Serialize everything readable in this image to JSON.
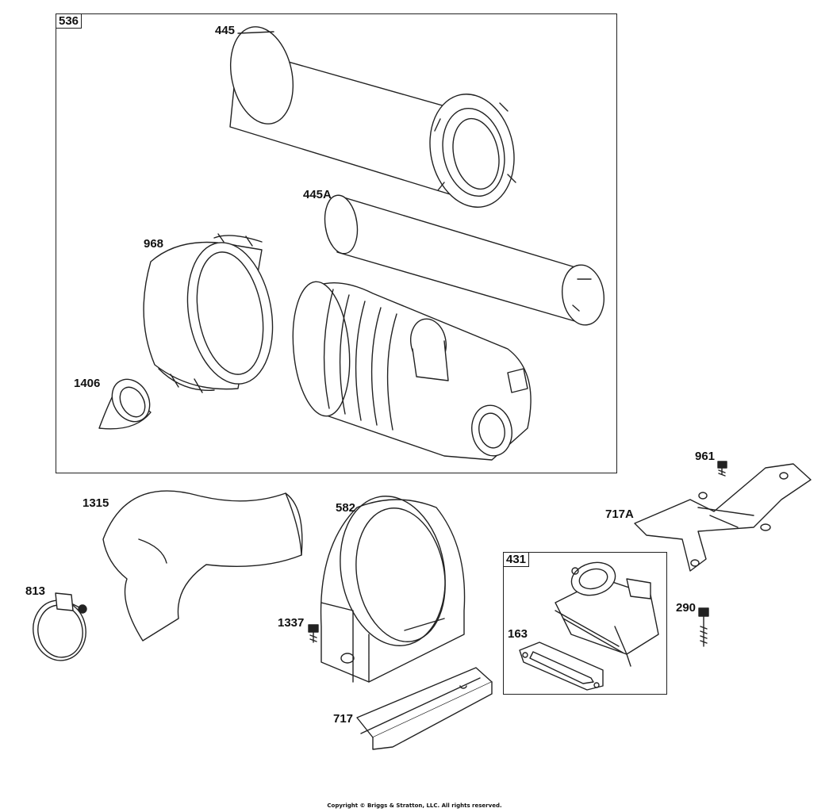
{
  "assemblies": {
    "air_cleaner": {
      "label": "536"
    },
    "throttle_body": {
      "label": "431"
    }
  },
  "callouts": {
    "p445": "445",
    "p445a": "445A",
    "p968": "968",
    "p1406": "1406",
    "p1315": "1315",
    "p582": "582",
    "p961": "961",
    "p717a": "717A",
    "p813": "813",
    "p1337": "1337",
    "p290": "290",
    "p163": "163",
    "p717": "717"
  },
  "footer": {
    "copyright": "Copyright © Briggs & Stratton, LLC. All rights reserved."
  }
}
